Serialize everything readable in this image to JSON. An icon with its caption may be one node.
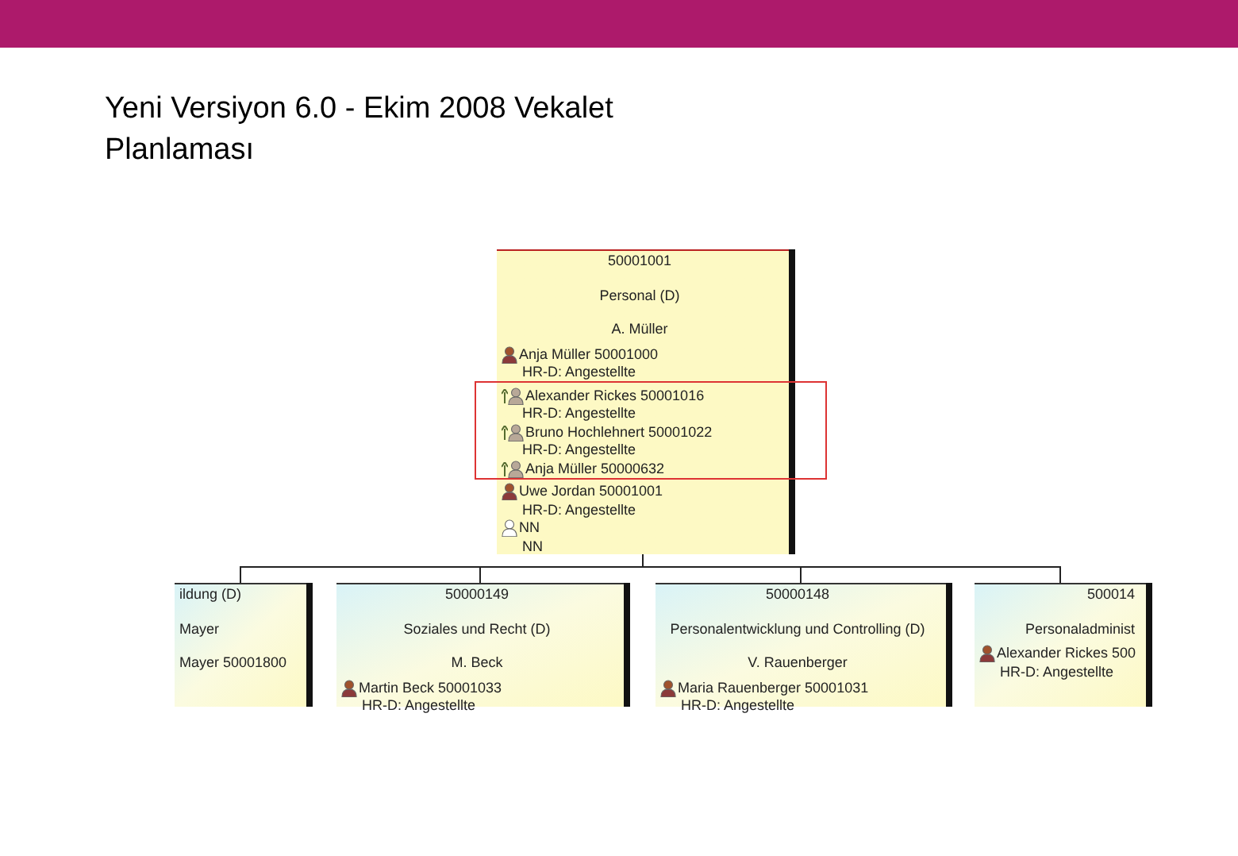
{
  "diagram": {
    "title": "Yeni Versiyon 6.0 - Ekim 2008 Vekalet Planlaması",
    "nodes": [
      {
        "text": [
          "50001001",
          "Personal (D)",
          "A. Müller",
          "Anja Müller 50001000",
          "HR-D: Angestellte",
          "Alexander Rickes 50001016",
          "HR-D: Angestellte",
          "Bruno Hochlehnert 50001022",
          "HR-D: Angestellte",
          "Anja Müller 50000632",
          "Uwe Jordan 50001001",
          "HR-D: Angestellte",
          "NN",
          "NN"
        ]
      },
      {
        "text": [
          "ildung (D)",
          "Mayer",
          "Mayer 50001800"
        ]
      },
      {
        "text": [
          "50000149",
          "Soziales und Recht (D)",
          "M. Beck",
          "Martin Beck 50001033",
          "HR-D: Angestellte"
        ]
      },
      {
        "text": [
          "50000148",
          "Personalentwicklung und Controlling (D)",
          "V. Rauenberger",
          "Maria Rauenberger 50001031",
          "HR-D: Angestellte"
        ]
      },
      {
        "text": [
          "500014",
          "Personaladminist",
          "Alexander Rickes 500",
          "HR-D: Angestellte"
        ]
      }
    ],
    "edges": [
      {
        "from": 0,
        "to": 1,
        "arrow": "none"
      },
      {
        "from": 0,
        "to": 2,
        "arrow": "none"
      },
      {
        "from": 0,
        "to": 3,
        "arrow": "none"
      },
      {
        "from": 0,
        "to": 4,
        "arrow": "none"
      }
    ]
  }
}
